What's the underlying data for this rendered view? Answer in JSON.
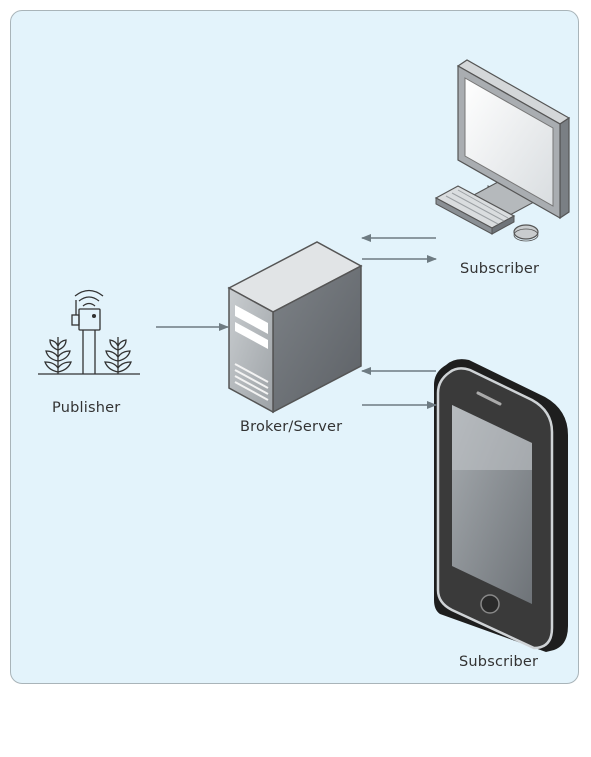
{
  "diagram": {
    "publisher_label": "Publisher",
    "broker_label": "Broker/Server",
    "subscriber_desktop_label": "Subscriber",
    "subscriber_phone_label": "Subscriber",
    "colors": {
      "panel_background": "#e3f3fb",
      "panel_border": "#a9b4b9",
      "arrow": "#6e7b82",
      "device_gray": "#8a8f94",
      "screen_dark": "#2b2b2b"
    },
    "icons": [
      "sensor-plant-icon",
      "server-tower-icon",
      "desktop-computer-icon",
      "smartphone-icon"
    ]
  }
}
